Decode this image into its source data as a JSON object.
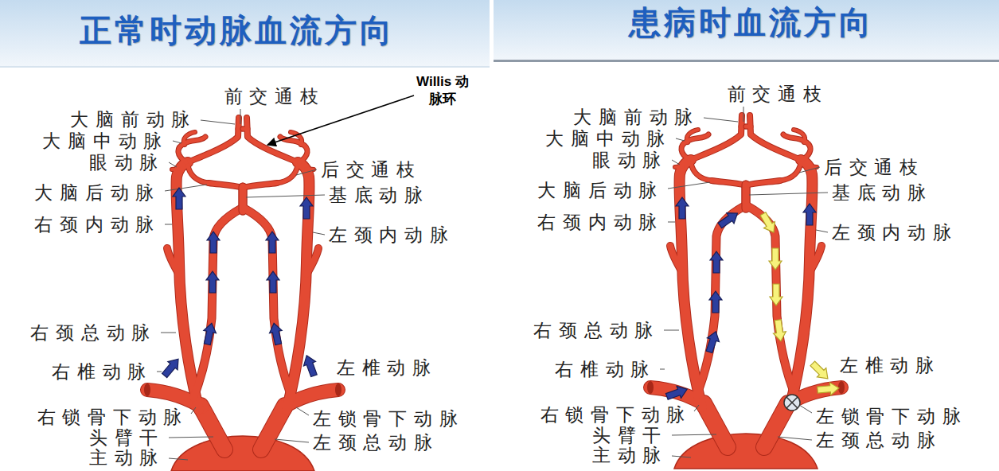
{
  "diagram": {
    "nodes": [
      {
        "text": [
          "正常时动脉血流方向"
        ]
      },
      {
        "text": [
          "患病时血流方向"
        ]
      }
    ],
    "labels": [
      "前交通枝",
      "Willis 动脉环",
      "大脑前动脉",
      "大脑中动脉",
      "眼动脉",
      "后交通枝",
      "大脑后动脉",
      "基底动脉",
      "右颈内动脉",
      "左颈内动脉",
      "右颈总动脉",
      "左椎动脉",
      "右椎动脉",
      "右锁骨下动脉",
      "左锁骨下动脉",
      "头臂干",
      "左颈总动脉",
      "主动脉",
      "前交通枝",
      "大脑前动脉",
      "大脑中动脉",
      "眼动脉",
      "后交通枝",
      "大脑后动脉",
      "基底动脉",
      "右颈内动脉",
      "左颈内动脉",
      "右颈总动脉",
      "左椎动脉",
      "右椎动脉",
      "右锁骨下动脉",
      "左锁骨下动脉",
      "头臂干",
      "左颈总动脉",
      "主动脉"
    ]
  }
}
